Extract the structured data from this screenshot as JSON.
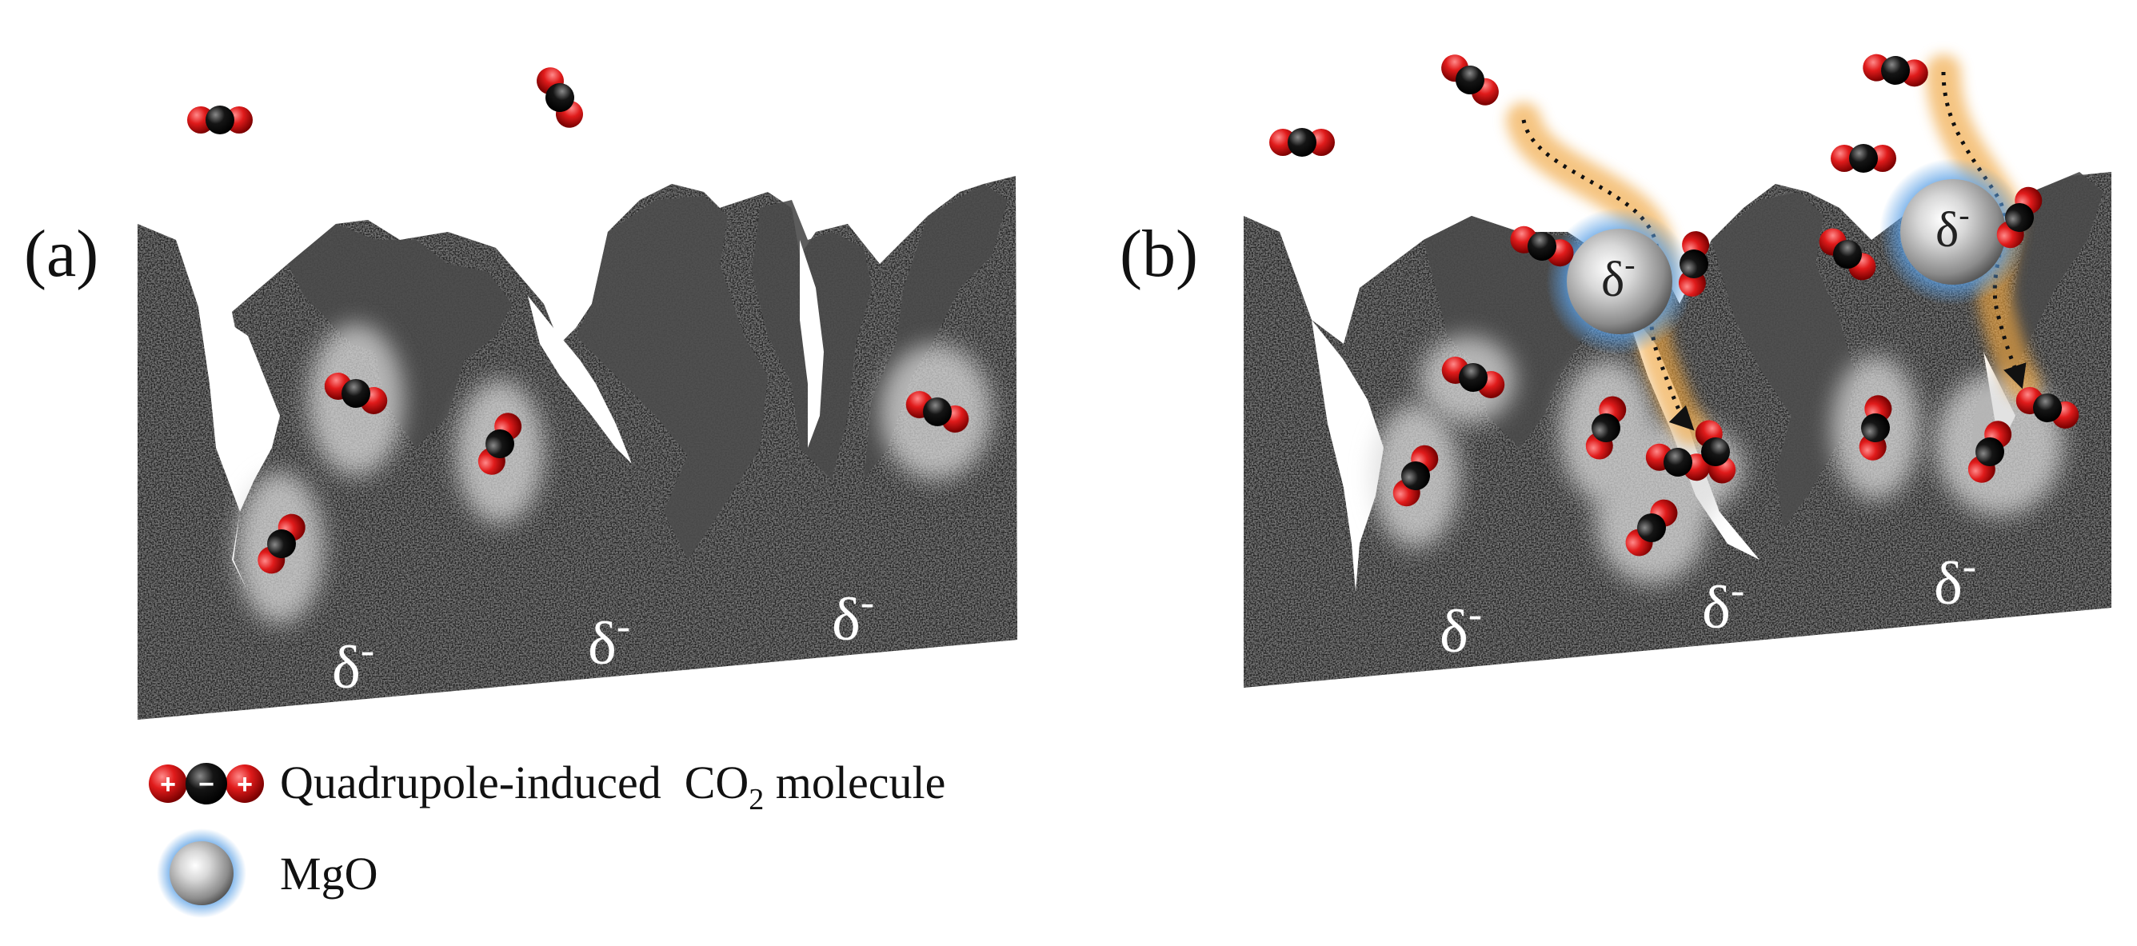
{
  "panels": [
    {
      "label": "(a)",
      "deltas": [
        "δ",
        "δ",
        "δ"
      ],
      "delta_sign": "-"
    },
    {
      "label": "(b)",
      "deltas": [
        "δ",
        "δ",
        "δ"
      ],
      "delta_sign": "-",
      "mgo_particles": [
        {
          "label": "δ",
          "sign": "-"
        },
        {
          "label": "δ",
          "sign": "-"
        }
      ]
    }
  ],
  "legend": {
    "co2": {
      "text": "Quadrupole-induced  CO",
      "subscript": "2",
      "tail": " molecule",
      "charges": [
        "+",
        "−",
        "+"
      ]
    },
    "mgo": {
      "text": "MgO"
    }
  },
  "colors": {
    "oxygen": "#e01b1b",
    "carbon": "#111111",
    "carbon_substrate": "#2a2a2a",
    "pore_glow": "#d9d9d9",
    "mgo_halo": "#5aa0e6",
    "diffusion_path": "#f0a640"
  },
  "icons": [
    "co2-molecule-icon",
    "mgo-particle-icon",
    "diffusion-arrow-icon"
  ]
}
